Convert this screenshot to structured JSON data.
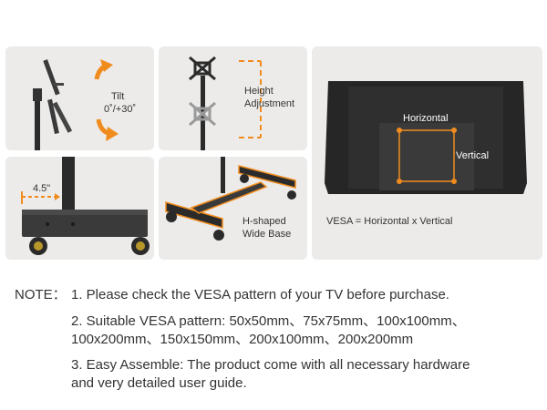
{
  "tilt": {
    "label": "Tilt",
    "range": "0˚/+30˚"
  },
  "height": {
    "label_line1": "Height",
    "label_line2": "Adjustment"
  },
  "base": {
    "offset": "4.5\""
  },
  "hbase": {
    "label_line1": "H-shaped",
    "label_line2": "Wide Base"
  },
  "vesa": {
    "horizontal": "Horizontal",
    "vertical": "Vertical",
    "formula": "VESA = Horizontal x Vertical"
  },
  "notes": {
    "prefix": "NOTE：",
    "item1": "1. Please check the VESA pattern of your TV before purchase.",
    "item2_line1": "2. Suitable VESA pattern: 50x50mm、75x75mm、100x100mm、",
    "item2_line2": "100x200mm、150x150mm、200x100mm、200x200mm",
    "item3_line1": "3. Easy Assemble: The product come with all necessary hardware",
    "item3_line2": "and very detailed user guide."
  },
  "colors": {
    "accent": "#f08c1e",
    "panel": "#ecebe9",
    "metal": "#2b2b2b"
  }
}
